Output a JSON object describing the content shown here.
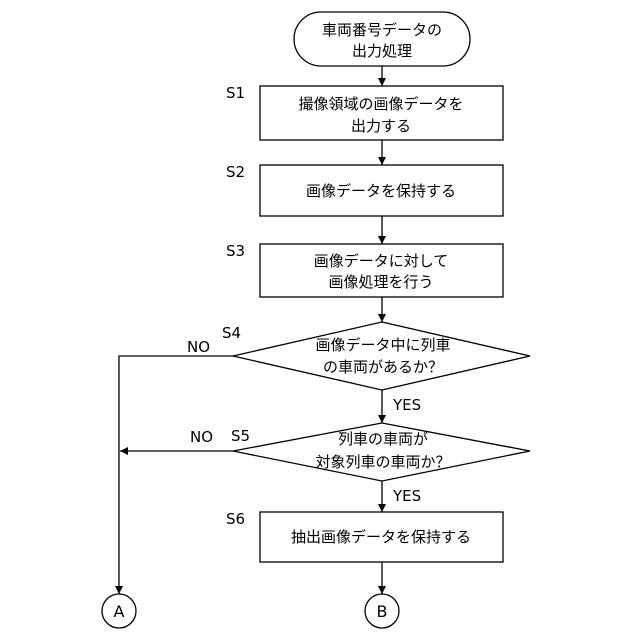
{
  "start": {
    "lines": [
      "車両番号データの",
      "出力処理"
    ]
  },
  "steps": [
    {
      "id": "S1",
      "lines": [
        "撮像領域の画像データを",
        "出力する"
      ]
    },
    {
      "id": "S2",
      "lines": [
        "画像データを保持する"
      ]
    },
    {
      "id": "S3",
      "lines": [
        "画像データに対して",
        "画像処理を行う"
      ]
    },
    {
      "id": "S4",
      "lines": [
        "画像データ中に列車",
        "の車両があるか？"
      ],
      "yes": "YES",
      "no": "NO"
    },
    {
      "id": "S5",
      "lines": [
        "列車の車両が",
        "対象列車の車両か？"
      ],
      "yes": "YES",
      "no": "NO"
    },
    {
      "id": "S6",
      "lines": [
        "抽出画像データを保持する"
      ]
    }
  ],
  "connectors": {
    "a": "A",
    "b": "B"
  }
}
